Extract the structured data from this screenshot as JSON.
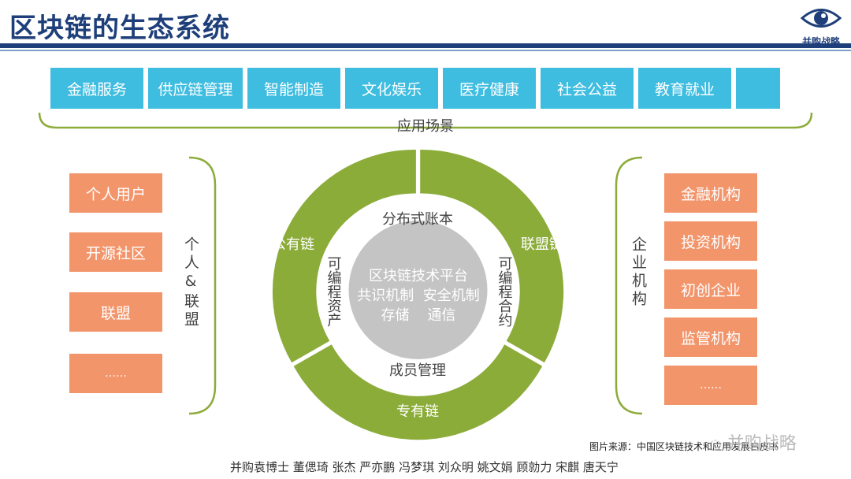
{
  "header": {
    "title": "区块链的生态系统",
    "logo_text": "并购战略"
  },
  "applications": {
    "items": [
      "金融服务",
      "供应链管理",
      "智能制造",
      "文化娱乐",
      "医疗健康",
      "社会公益",
      "教育就业",
      ""
    ],
    "label": "应用场景"
  },
  "left": {
    "items": [
      "个人用户",
      "开源社区",
      "联盟",
      "……"
    ],
    "label": "个人&联盟"
  },
  "right": {
    "items": [
      "金融机构",
      "投资机构",
      "初创企业",
      "监管机构",
      "……"
    ],
    "label": "企业机构"
  },
  "ring": {
    "segments": [
      "公有链",
      "联盟链",
      "专有链"
    ],
    "inner_top": "分布式账本",
    "inner_bottom": "成员管理",
    "inner_left": "可编程资产",
    "inner_right": "可编程合约",
    "core_lines": [
      "区块链技术平台",
      "共识机制  安全机制",
      "存储    通信"
    ],
    "colors": {
      "ring": "#8cac3a",
      "core": "#c4c4c4"
    }
  },
  "footer": {
    "source": "图片来源：中国区块链技术和应用发展白皮书",
    "watermark": "并购战略",
    "names": "并购袁博士 董偲琦 张杰 严亦鹏 冯梦琪 刘众明 姚文娟 顾勍力 宋麒 唐天宁"
  }
}
